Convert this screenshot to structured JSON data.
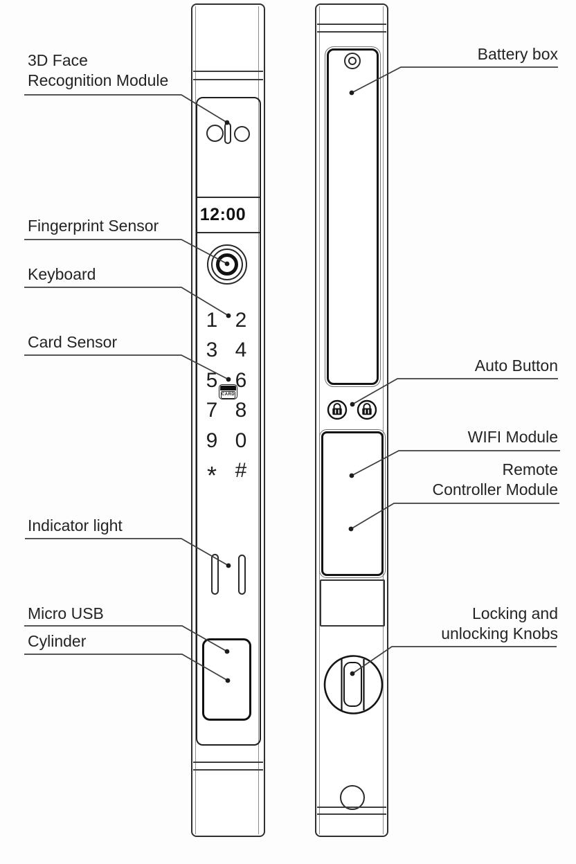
{
  "front_panel": {
    "display_time": "12:00",
    "keys": [
      "1",
      "2",
      "3",
      "4",
      "5",
      "6",
      "7",
      "8",
      "9",
      "0",
      "*",
      "#"
    ],
    "card_icon_text": "CARD"
  },
  "labels": {
    "face_line1": "3D Face",
    "face_line2": "Recognition Module",
    "fingerprint": "Fingerprint Sensor",
    "keyboard": "Keyboard",
    "card": "Card Sensor",
    "indicator": "Indicator light",
    "micro_usb": "Micro USB",
    "cylinder": "Cylinder",
    "battery": "Battery box",
    "auto_button": "Auto Button",
    "wifi": "WIFI Module",
    "remote_line1": "Remote",
    "remote_line2": "Controller Module",
    "knobs_line1": "Locking and",
    "knobs_line2": "unlocking Knobs"
  },
  "colors": {
    "line": "#2f2f2f",
    "text": "#242424",
    "background": "#fdfdfd",
    "fill_dark": "#111111"
  }
}
